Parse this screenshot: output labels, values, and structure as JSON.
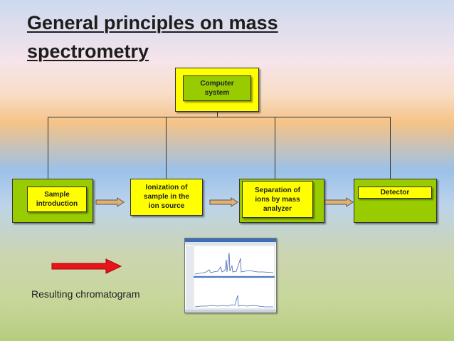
{
  "title": "General principles on mass spectrometry",
  "boxes": {
    "computer": "Computer system",
    "sample": "Sample introduction",
    "ionization": "Ionization of sample in the ion source",
    "separation": "Separation of ions by mass analyzer",
    "detector": "Detector"
  },
  "caption": "Resulting chromatogram",
  "colors": {
    "box_green": "#99cc00",
    "box_yellow": "#ffff00",
    "arrow_red": "#e8141c",
    "arrow_tan": "#e4b070"
  }
}
